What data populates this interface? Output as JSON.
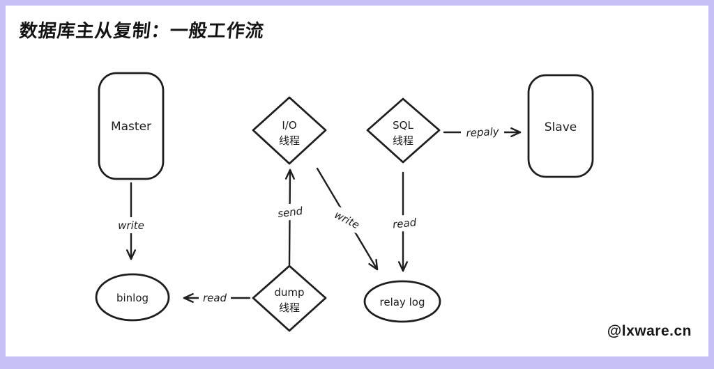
{
  "frame": {
    "border_color": "#c6c0f4",
    "paper_color": "#fefefe",
    "stroke_color": "#1e1e1e"
  },
  "title": "数据库主从复制：一般工作流",
  "watermark": "@lxware.cn",
  "diagram": {
    "nodes": {
      "master": {
        "shape": "rounded-rect",
        "label": "Master"
      },
      "slave": {
        "shape": "rounded-rect",
        "label": "Slave"
      },
      "io_thread": {
        "shape": "diamond",
        "line1": "I/O",
        "line2": "线程"
      },
      "sql_thread": {
        "shape": "diamond",
        "line1": "SQL",
        "line2": "线程"
      },
      "dump_thread": {
        "shape": "diamond",
        "line1": "dump",
        "line2": "线程"
      },
      "binlog": {
        "shape": "ellipse",
        "label": "binlog"
      },
      "relay_log": {
        "shape": "ellipse",
        "label": "relay log"
      }
    },
    "edges": {
      "master_to_binlog": {
        "from": "master",
        "to": "binlog",
        "label": "write"
      },
      "dump_to_binlog": {
        "from": "dump_thread",
        "to": "binlog",
        "label": "read"
      },
      "dump_to_io": {
        "from": "dump_thread",
        "to": "io_thread",
        "label": "send"
      },
      "io_to_relay": {
        "from": "io_thread",
        "to": "relay_log",
        "label": "write"
      },
      "sql_to_relay": {
        "from": "sql_thread",
        "to": "relay_log",
        "label": "read"
      },
      "sql_to_slave": {
        "from": "sql_thread",
        "to": "slave",
        "label": "repaly"
      }
    }
  }
}
